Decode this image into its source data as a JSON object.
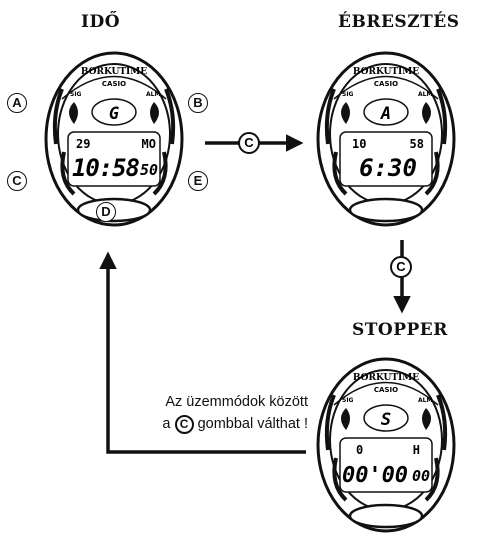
{
  "titles": {
    "time": "IDŐ",
    "alarm": "ÉBRESZTÉS",
    "stopwatch": "STOPPER"
  },
  "watch": {
    "brand": "BORKUTIME",
    "maker": "CASIO",
    "sig": "SIG",
    "alm": "ALM"
  },
  "screens": {
    "time": {
      "mode": "G",
      "left": "29",
      "right": "MO",
      "main": "10:58",
      "sec": "50"
    },
    "alarm": {
      "mode": "A",
      "left": "10",
      "right": "58",
      "main": "6:30",
      "sec": ""
    },
    "stopwatch": {
      "mode": "S",
      "left": "0",
      "right": "H",
      "main": "00'00",
      "sec": "00"
    }
  },
  "buttons": {
    "a": "A",
    "b": "B",
    "c": "C",
    "d": "D",
    "e": "E"
  },
  "arrows": {
    "right_label": "C",
    "down_label": "C"
  },
  "caption": {
    "line1": "Az üzemmódok között",
    "line2_prefix": "a",
    "line2_button": "C",
    "line2_suffix": "gombbal válthat !"
  }
}
